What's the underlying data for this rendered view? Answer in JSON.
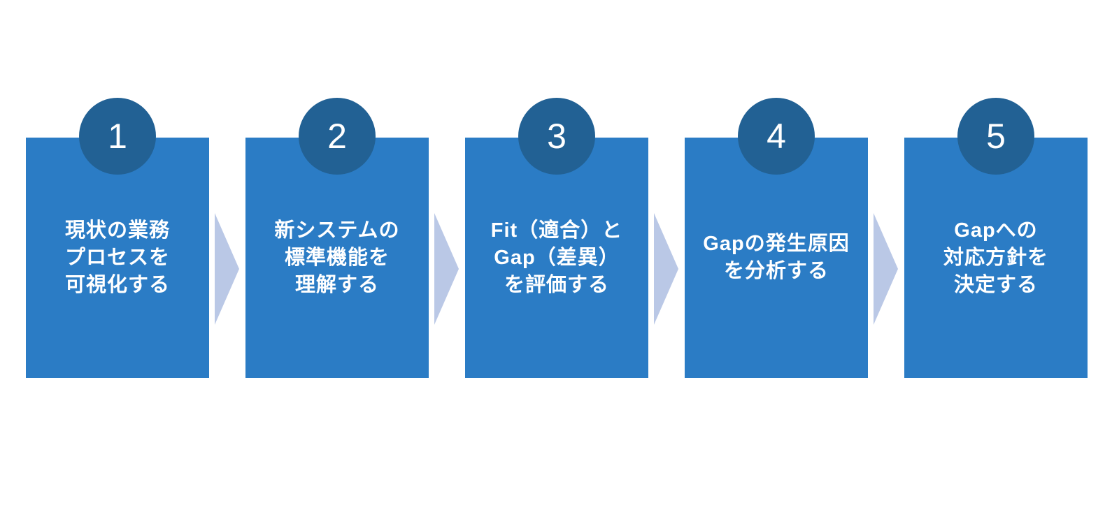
{
  "diagram": {
    "type": "process-flow",
    "direction": "left-to-right",
    "steps": [
      {
        "number": "1",
        "text": "現状の業務\nプロセスを\n可視化する"
      },
      {
        "number": "2",
        "text": "新システムの\n標準機能を\n理解する"
      },
      {
        "number": "3",
        "text": "Fit（適合）と\nGap（差異）\nを評価する"
      },
      {
        "number": "4",
        "text": "Gapの発生原因\nを分析する"
      },
      {
        "number": "5",
        "text": "Gapへの\n対応方針を\n決定する"
      }
    ],
    "colors": {
      "card": "#2B7CC5",
      "circle": "#226194",
      "arrow": "#BAC8E6",
      "text": "#FFFFFF",
      "background": "#FFFFFF"
    }
  }
}
